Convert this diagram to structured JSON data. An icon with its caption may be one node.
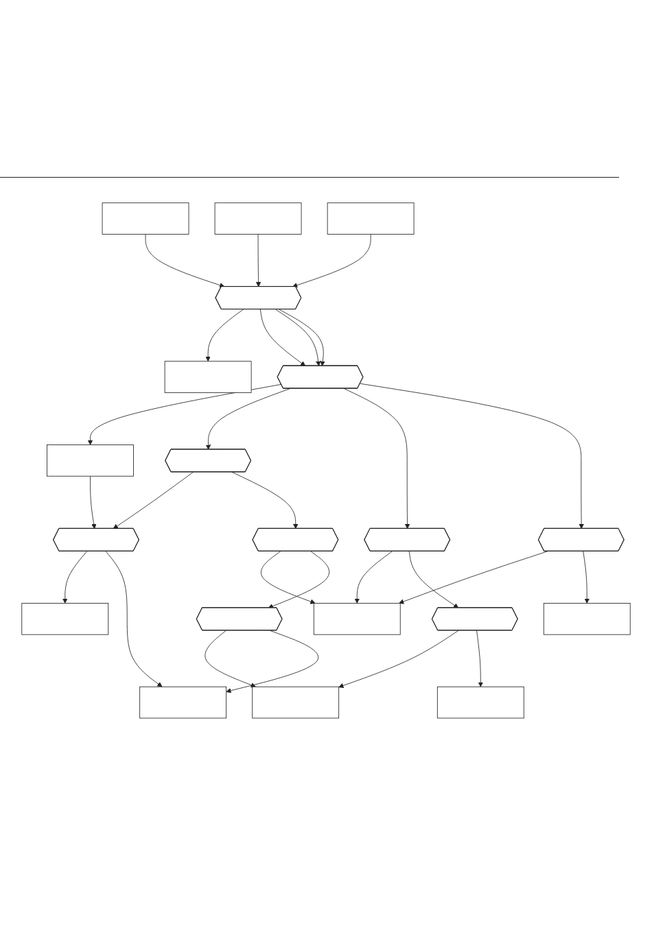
{
  "diagram": {
    "nodes": [
      {
        "text": [],
        "shape": "box"
      },
      {
        "text": [],
        "shape": "box"
      },
      {
        "text": [],
        "shape": "box"
      },
      {
        "text": [],
        "shape": "box"
      },
      {
        "text": [],
        "shape": "hexagon"
      },
      {
        "text": [],
        "shape": "box"
      },
      {
        "text": [],
        "shape": "hexagon"
      },
      {
        "text": [],
        "shape": "hexagon"
      },
      {
        "text": [],
        "shape": "hexagon"
      },
      {
        "text": [],
        "shape": "box"
      },
      {
        "text": [],
        "shape": "hexagon"
      },
      {
        "text": [],
        "shape": "hexagon"
      },
      {
        "text": [],
        "shape": "box"
      },
      {
        "text": [],
        "shape": "hexagon"
      },
      {
        "text": [],
        "shape": "hexagon"
      },
      {
        "text": [],
        "shape": "hexagon"
      },
      {
        "text": [],
        "shape": "box"
      },
      {
        "text": [],
        "shape": "box"
      },
      {
        "text": [],
        "shape": "box"
      },
      {
        "text": [],
        "shape": "box"
      }
    ],
    "edges": [
      {
        "from": 0,
        "to": 4,
        "arrow": "to"
      },
      {
        "from": 1,
        "to": 4,
        "arrow": "to"
      },
      {
        "from": 2,
        "to": 4,
        "arrow": "to"
      },
      {
        "from": 4,
        "to": 3,
        "arrow": "to"
      },
      {
        "from": 4,
        "to": 6,
        "arrow": "to"
      },
      {
        "from": 4,
        "to": 6,
        "arrow": "to"
      },
      {
        "from": 4,
        "to": 6,
        "arrow": "to"
      },
      {
        "from": 6,
        "to": 5,
        "arrow": "to"
      },
      {
        "from": 5,
        "to": 7,
        "arrow": "to"
      },
      {
        "from": 6,
        "to": 8,
        "arrow": "to"
      },
      {
        "from": 6,
        "to": 11,
        "arrow": "to"
      },
      {
        "from": 6,
        "to": 13,
        "arrow": "to"
      },
      {
        "from": 8,
        "to": 7,
        "arrow": "to"
      },
      {
        "from": 7,
        "to": 9,
        "arrow": "to"
      },
      {
        "from": 7,
        "to": 18,
        "arrow": "to"
      },
      {
        "from": 8,
        "to": 10,
        "arrow": "to"
      },
      {
        "from": 10,
        "to": 12,
        "arrow": "to"
      },
      {
        "from": 11,
        "to": 12,
        "arrow": "to"
      },
      {
        "from": 13,
        "to": 12,
        "arrow": "to"
      },
      {
        "from": 13,
        "to": 17,
        "arrow": "to"
      },
      {
        "from": 10,
        "to": 14,
        "arrow": "to"
      },
      {
        "from": 11,
        "to": 15,
        "arrow": "to"
      },
      {
        "from": 14,
        "to": 16,
        "arrow": "to"
      },
      {
        "from": 15,
        "to": 16,
        "arrow": "to"
      },
      {
        "from": 14,
        "to": 18,
        "arrow": "to"
      },
      {
        "from": 15,
        "to": 19,
        "arrow": "to"
      }
    ]
  }
}
